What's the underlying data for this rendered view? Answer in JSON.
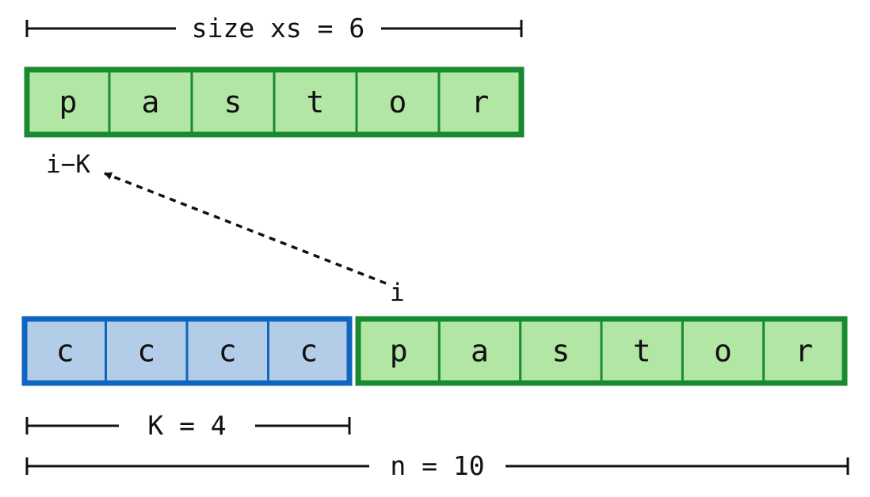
{
  "colors": {
    "green_fill": "#b2e6a4",
    "green_border": "#188a30",
    "blue_fill": "#b3cde9",
    "blue_border": "#1065bf",
    "line": "#111111"
  },
  "top_array": {
    "cells": [
      "p",
      "a",
      "s",
      "t",
      "o",
      "r"
    ],
    "size_label": "size xs = 6",
    "index_label": "i−K"
  },
  "bottom_array": {
    "prefix_cells": [
      "c",
      "c",
      "c",
      "c"
    ],
    "suffix_cells": [
      "p",
      "a",
      "s",
      "t",
      "o",
      "r"
    ],
    "index_label": "i",
    "k_label": "K = 4",
    "n_label": "n = 10"
  }
}
